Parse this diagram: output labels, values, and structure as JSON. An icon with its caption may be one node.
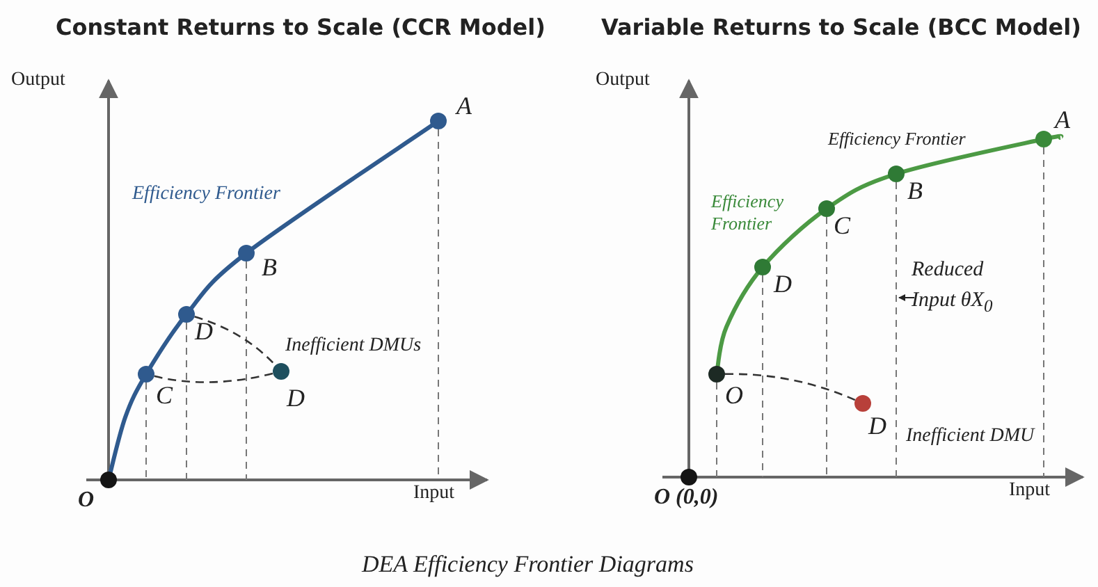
{
  "diagram": {
    "caption": "DEA Efficiency Frontier Diagrams",
    "nodes": [
      {
        "text": [],
        "shape": "circle",
        "beside": [
          "A"
        ]
      },
      {
        "text": [],
        "shape": "circle",
        "beside": [
          "B"
        ]
      },
      {
        "text": [],
        "shape": "circle",
        "beside": [
          "D"
        ]
      },
      {
        "text": [],
        "shape": "circle",
        "beside": [
          "C"
        ]
      },
      {
        "text": [],
        "shape": "circle",
        "beside": [
          "D"
        ]
      },
      {
        "text": [],
        "shape": "circle",
        "beside": [
          "O"
        ]
      },
      {
        "text": [],
        "shape": "circle",
        "beside": [
          "A"
        ]
      },
      {
        "text": [],
        "shape": "circle",
        "beside": [
          "B"
        ]
      },
      {
        "text": [],
        "shape": "circle",
        "beside": [
          "C"
        ]
      },
      {
        "text": [],
        "shape": "circle",
        "beside": [
          "D"
        ]
      },
      {
        "text": [],
        "shape": "circle",
        "beside": [
          "O"
        ]
      },
      {
        "text": [],
        "shape": "circle",
        "beside": [
          "D"
        ]
      },
      {
        "text": [],
        "shape": "circle",
        "beside": [
          "O (0,0)"
        ]
      }
    ],
    "edges": [
      {
        "from": 3,
        "to": 4,
        "arrow": "none",
        "style": "dashed"
      },
      {
        "from": 2,
        "to": 4,
        "arrow": "none",
        "style": "dashed"
      },
      {
        "from": 10,
        "to": 11,
        "arrow": "none",
        "style": "dashed"
      }
    ],
    "labels": [
      "Constant Returns to Scale (CCR Model)",
      "Output",
      "Efficiency Frontier",
      "Inefficient DMUs",
      "Input",
      "Variable Returns to Scale (BCC Model)",
      "Output",
      "Efficiency Frontier",
      "Efficiency Frontier",
      "Reduced Input θX$_{0}$",
      "Inefficient DMU",
      "Input"
    ]
  }
}
